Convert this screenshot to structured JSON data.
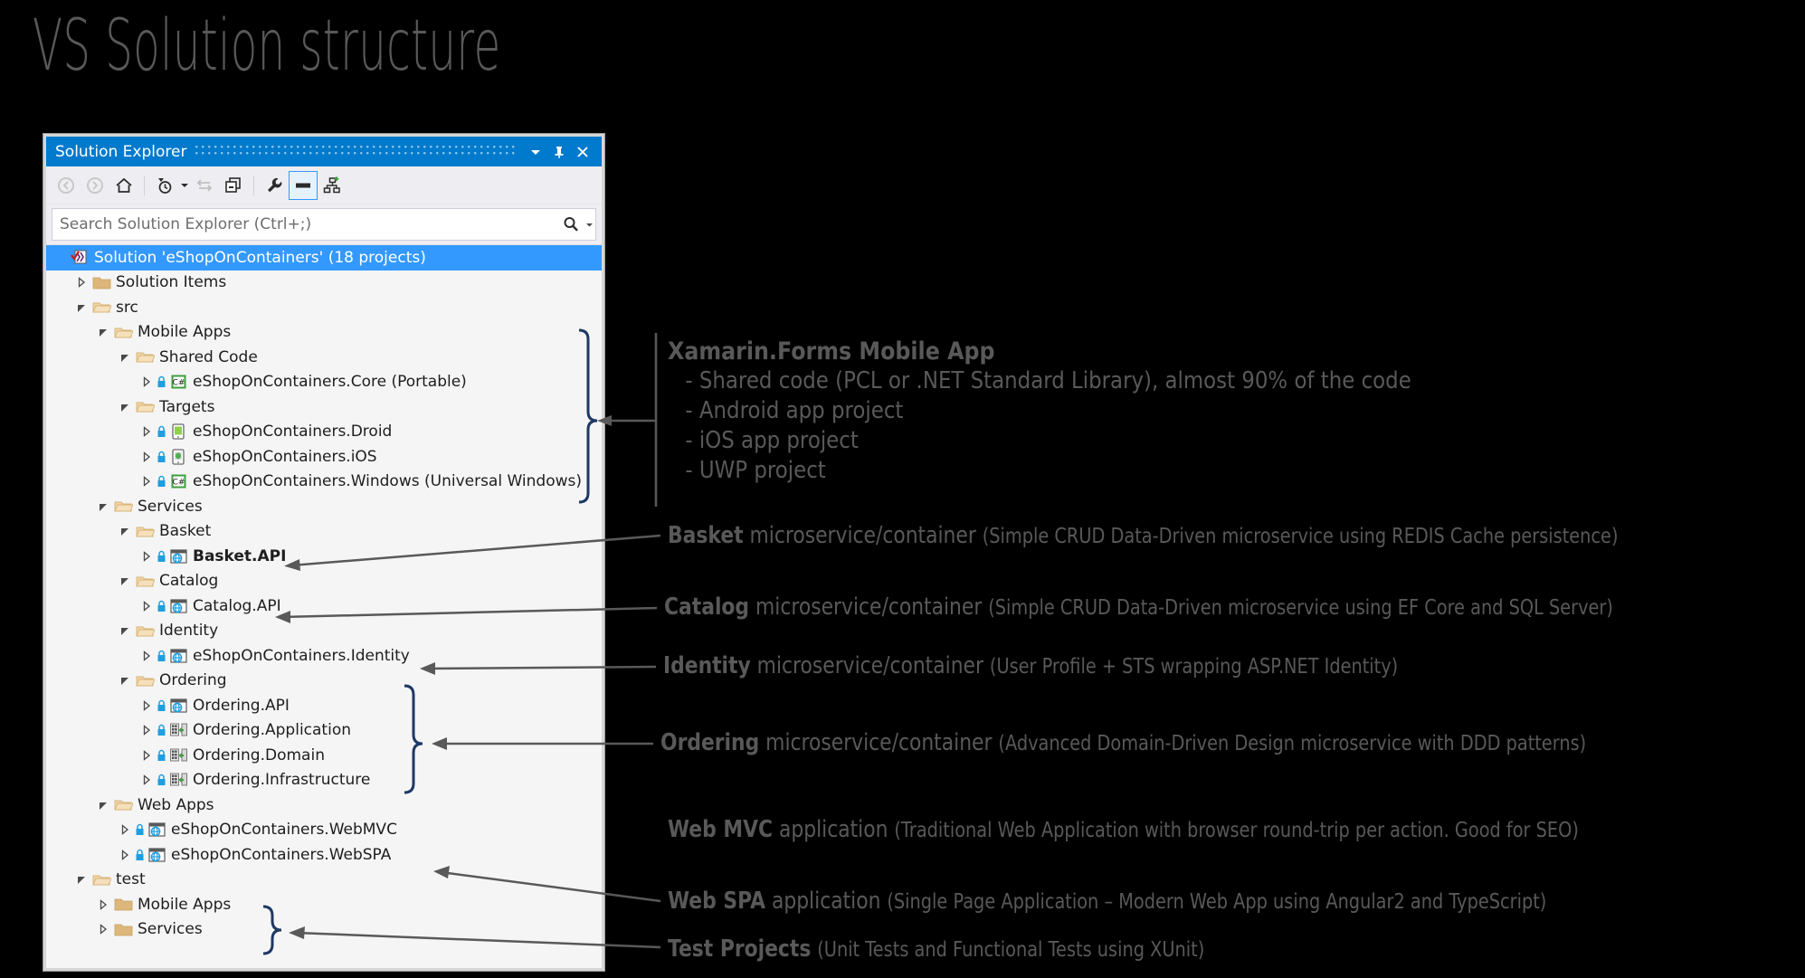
{
  "slide": {
    "title": "VS Solution structure",
    "background_color": "#000000",
    "text_color": "#595959"
  },
  "solution_explorer": {
    "window_title": "Solution Explorer",
    "accent_color": "#007acc",
    "titlebar_buttons": [
      {
        "name": "dropdown-menu",
        "glyph": "chevron-down"
      },
      {
        "name": "auto-hide",
        "glyph": "pin"
      },
      {
        "name": "close",
        "glyph": "close"
      }
    ],
    "toolbar": [
      {
        "name": "back",
        "icon": "back-arrow-icon",
        "enabled": false
      },
      {
        "name": "forward",
        "icon": "forward-arrow-icon",
        "enabled": false
      },
      {
        "name": "home",
        "icon": "home-icon",
        "enabled": true
      },
      {
        "name": "pending-changes",
        "icon": "clock-filter-icon",
        "enabled": true,
        "has_caret": true
      },
      {
        "name": "sync-with-active-document",
        "icon": "sync-arrows-icon",
        "enabled": false
      },
      {
        "name": "collapse-all",
        "icon": "collapse-all-icon",
        "enabled": true
      },
      {
        "name": "properties",
        "icon": "wrench-icon",
        "enabled": true
      },
      {
        "name": "preview-selected-items",
        "icon": "preview-pane-icon",
        "enabled": true,
        "selected": true
      },
      {
        "name": "show-all-files",
        "icon": "show-all-files-icon",
        "enabled": true
      }
    ],
    "search": {
      "placeholder": "Search Solution Explorer (Ctrl+;)",
      "value": ""
    },
    "tree": [
      {
        "label": "Solution 'eShopOnContainers' (18 projects)",
        "depth": 0,
        "icon": "solution-icon",
        "expander": "none",
        "selected": true
      },
      {
        "label": "Solution Items",
        "depth": 1,
        "icon": "folder-closed-icon",
        "expander": "collapsed"
      },
      {
        "label": "src",
        "depth": 1,
        "icon": "folder-open-icon",
        "expander": "expanded"
      },
      {
        "label": "Mobile Apps",
        "depth": 2,
        "icon": "folder-open-icon",
        "expander": "expanded"
      },
      {
        "label": "Shared Code",
        "depth": 3,
        "icon": "folder-open-icon",
        "expander": "expanded"
      },
      {
        "label": "eShopOnContainers.Core (Portable)",
        "depth": 4,
        "icon": "csharp-project-icon",
        "expander": "collapsed",
        "locked": true
      },
      {
        "label": "Targets",
        "depth": 3,
        "icon": "folder-open-icon",
        "expander": "expanded"
      },
      {
        "label": "eShopOnContainers.Droid",
        "depth": 4,
        "icon": "android-project-icon",
        "expander": "collapsed",
        "locked": true
      },
      {
        "label": "eShopOnContainers.iOS",
        "depth": 4,
        "icon": "ios-project-icon",
        "expander": "collapsed",
        "locked": true
      },
      {
        "label": "eShopOnContainers.Windows (Universal Windows)",
        "depth": 4,
        "icon": "csharp-project-icon",
        "expander": "collapsed",
        "locked": true
      },
      {
        "label": "Services",
        "depth": 2,
        "icon": "folder-open-icon",
        "expander": "expanded"
      },
      {
        "label": "Basket",
        "depth": 3,
        "icon": "folder-open-icon",
        "expander": "expanded"
      },
      {
        "label": "Basket.API",
        "depth": 4,
        "icon": "web-project-icon",
        "expander": "collapsed",
        "locked": true,
        "bold": true
      },
      {
        "label": "Catalog",
        "depth": 3,
        "icon": "folder-open-icon",
        "expander": "expanded"
      },
      {
        "label": "Catalog.API",
        "depth": 4,
        "icon": "web-project-icon",
        "expander": "collapsed",
        "locked": true
      },
      {
        "label": "Identity",
        "depth": 3,
        "icon": "folder-open-icon",
        "expander": "expanded"
      },
      {
        "label": "eShopOnContainers.Identity",
        "depth": 4,
        "icon": "web-project-icon",
        "expander": "collapsed",
        "locked": true
      },
      {
        "label": "Ordering",
        "depth": 3,
        "icon": "folder-open-icon",
        "expander": "expanded"
      },
      {
        "label": "Ordering.API",
        "depth": 4,
        "icon": "web-project-icon",
        "expander": "collapsed",
        "locked": true
      },
      {
        "label": "Ordering.Application",
        "depth": 4,
        "icon": "class-library-icon",
        "expander": "collapsed",
        "locked": true
      },
      {
        "label": "Ordering.Domain",
        "depth": 4,
        "icon": "class-library-icon",
        "expander": "collapsed",
        "locked": true
      },
      {
        "label": "Ordering.Infrastructure",
        "depth": 4,
        "icon": "class-library-icon",
        "expander": "collapsed",
        "locked": true
      },
      {
        "label": "Web Apps",
        "depth": 2,
        "icon": "folder-open-icon",
        "expander": "expanded"
      },
      {
        "label": "eShopOnContainers.WebMVC",
        "depth": 3,
        "icon": "web-project-icon",
        "expander": "collapsed",
        "locked": true
      },
      {
        "label": "eShopOnContainers.WebSPA",
        "depth": 3,
        "icon": "web-project-icon",
        "expander": "collapsed",
        "locked": true
      },
      {
        "label": "test",
        "depth": 1,
        "icon": "folder-open-icon",
        "expander": "expanded"
      },
      {
        "label": "Mobile Apps",
        "depth": 2,
        "icon": "folder-closed-icon",
        "expander": "collapsed"
      },
      {
        "label": "Services",
        "depth": 2,
        "icon": "folder-closed-icon",
        "expander": "collapsed"
      }
    ]
  },
  "annotations": {
    "xamarin": {
      "title": "Xamarin.Forms Mobile App",
      "bullets": [
        "- Shared code (PCL or .NET Standard Library), almost 90% of the code",
        "- Android app project",
        "- iOS app project",
        "- UWP project"
      ]
    },
    "lines": [
      {
        "id": "basket",
        "head": "Basket",
        "mid": " microservice/container ",
        "paren": "(Simple CRUD Data-Driven microservice using REDIS Cache persistence)"
      },
      {
        "id": "catalog",
        "head": "Catalog",
        "mid": " microservice/container ",
        "paren": "(Simple CRUD Data-Driven microservice using EF Core and SQL Server)"
      },
      {
        "id": "identity",
        "head": "Identity",
        "mid": " microservice/container ",
        "paren": "(User Profile + STS wrapping ASP.NET Identity)"
      },
      {
        "id": "ordering",
        "head": "Ordering",
        "mid": " microservice/container ",
        "paren": "(Advanced Domain-Driven Design microservice with DDD patterns)"
      },
      {
        "id": "webmvc",
        "head": "Web MVC",
        "mid": " application ",
        "paren": "(Traditional Web Application with browser round-trip per action. Good for SEO)"
      },
      {
        "id": "webspa",
        "head": "Web SPA",
        "mid": " application ",
        "paren": "(Single Page Application – Modern Web App using Angular2 and TypeScript)"
      },
      {
        "id": "test",
        "head": "Test Projects",
        "mid": " ",
        "paren": "(Unit Tests and Functional Tests using XUnit)"
      }
    ]
  }
}
